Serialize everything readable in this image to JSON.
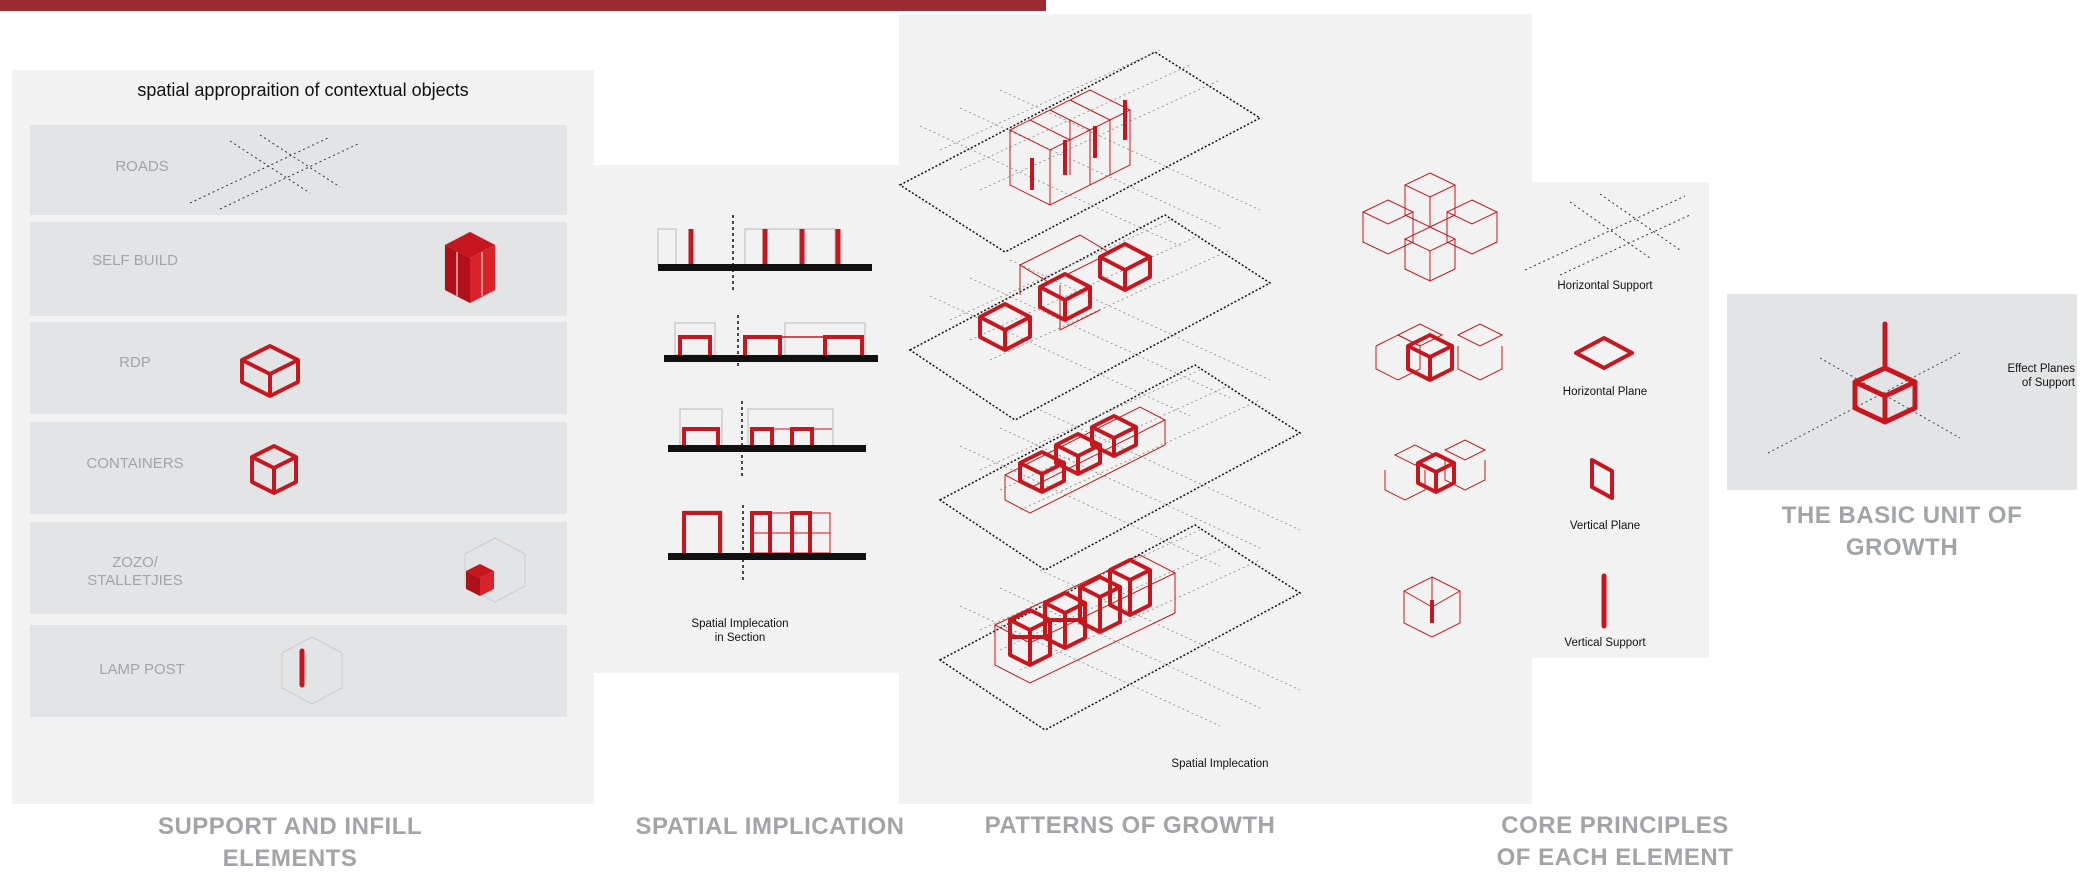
{
  "support_panel": {
    "title": "spatial appropraition of contextual objects",
    "rows": [
      {
        "label": "ROADS"
      },
      {
        "label": "SELF BUILD"
      },
      {
        "label": "RDP"
      },
      {
        "label": "CONTAINERS"
      },
      {
        "label": "ZOZO/\nSTALLETJIES"
      },
      {
        "label": "LAMP POST"
      }
    ]
  },
  "spatial_panel": {
    "caption": "Spatial Implecation\nin Section"
  },
  "patterns_panel": {
    "caption": "Spatial Implecation"
  },
  "core_panel": {
    "items": [
      {
        "label": "Horizontal Support"
      },
      {
        "label": "Horizontal Plane"
      },
      {
        "label": "Vertical Plane"
      },
      {
        "label": "Vertical Support"
      }
    ]
  },
  "basic_unit": {
    "annotation": "Effect Planes\nof Support",
    "title": "THE BASIC UNIT OF GROWTH"
  },
  "section_titles": {
    "support": "SUPPORT AND INFILL\nELEMENTS",
    "spatial": "SPATIAL IMPLICATION",
    "patterns": "PATTERNS OF GROWTH",
    "core": "CORE PRINCIPLES\nOF EACH ELEMENT"
  },
  "colors": {
    "accent_red": "#c8161e",
    "panel_bg": "#f1f2f1",
    "row_bg": "#e3e4e5",
    "label_grey": "#a2a4a7",
    "top_bar": "#9d2b32"
  }
}
